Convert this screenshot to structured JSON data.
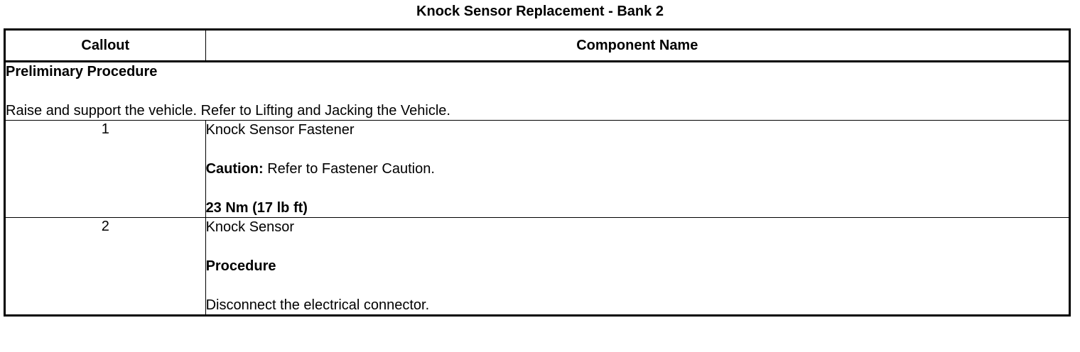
{
  "document": {
    "title": "Knock Sensor Replacement - Bank 2"
  },
  "table": {
    "headers": {
      "callout": "Callout",
      "component_name": "Component Name"
    },
    "preliminary": {
      "heading": "Preliminary Procedure",
      "text": "Raise and support the vehicle. Refer to Lifting and Jacking the Vehicle."
    },
    "rows": [
      {
        "callout": "1",
        "name": "Knock Sensor Fastener",
        "caution_label": "Caution:",
        "caution_text": " Refer to Fastener Caution.",
        "torque": "23 Nm (17 lb ft)"
      },
      {
        "callout": "2",
        "name": "Knock Sensor",
        "procedure_label": "Procedure",
        "procedure_step": "Disconnect the electrical connector."
      }
    ]
  },
  "colors": {
    "background": "#ffffff",
    "text": "#000000",
    "border": "#000000"
  }
}
